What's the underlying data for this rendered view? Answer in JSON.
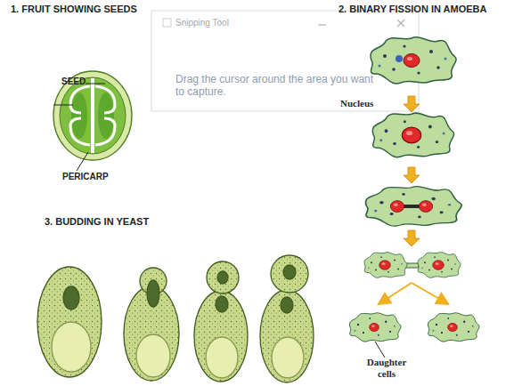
{
  "diagram": {
    "labels": [
      "1. FRUIT SHOWING SEEDS",
      "2. BINARY FISSION IN AMOEBA",
      "SEED",
      "PERICARP",
      "Nucleus",
      "3. BUDDING IN YEAST",
      "Daughter cells",
      "Snipping Tool",
      "Drag the cursor around the area you want to capture."
    ]
  }
}
